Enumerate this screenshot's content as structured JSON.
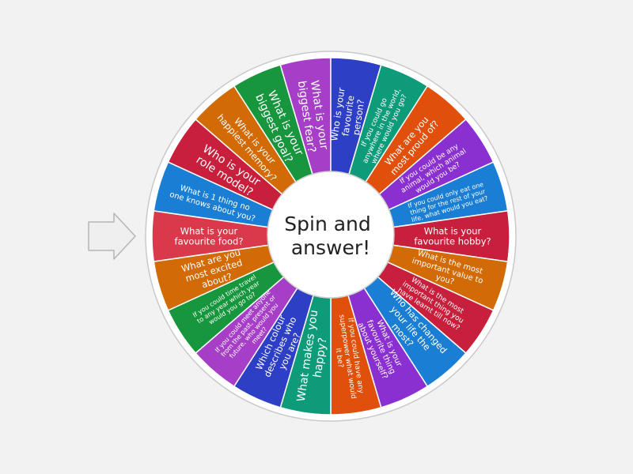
{
  "wheel": {
    "center_label_lines": [
      "Spin and",
      "answer!"
    ],
    "pointer_icon": "arrow-right-icon",
    "segments": [
      {
        "text": "What is your favourite food?",
        "color": "#d9394a"
      },
      {
        "text": "What is 1 thing no one knows about you?",
        "color": "#1a7fd4"
      },
      {
        "text": "Who is your role model?",
        "color": "#c8203c"
      },
      {
        "text": "What is your happiest memory?",
        "color": "#d26a06"
      },
      {
        "text": "What is your biggest goal?",
        "color": "#17963e"
      },
      {
        "text": "What is your biggest fear?",
        "color": "#a63ec8"
      },
      {
        "text": "Who is your favourite person?",
        "color": "#2d3fc4"
      },
      {
        "text": "If you could go anywhere in the world, where would you go?",
        "color": "#0e9b7a"
      },
      {
        "text": "What are you most proud of?",
        "color": "#e0500c"
      },
      {
        "text": "If you could be any animal, which animal would you be?",
        "color": "#8a2fd0"
      },
      {
        "text": "If you could only eat one thing for the rest of your life, what would you eat?",
        "color": "#1a7fd4"
      },
      {
        "text": "What is your favourite hobby?",
        "color": "#c8203c"
      },
      {
        "text": "What is the most important value to you?",
        "color": "#d26a06"
      },
      {
        "text": "What is the most important thing you have learnt till now?",
        "color": "#c8203c"
      },
      {
        "text": "Who has changed your life the most?",
        "color": "#1a7fd4"
      },
      {
        "text": "What is your favourite thing about yourself?",
        "color": "#8a2fd0"
      },
      {
        "text": "If you could have any superpower what would it be?",
        "color": "#e0500c"
      },
      {
        "text": "What makes you happy?",
        "color": "#0e9b7a"
      },
      {
        "text": "Which colour describes who you are?",
        "color": "#2d3fc4"
      },
      {
        "text": "If you could meet anyone from the past, present or future, who would you meet?",
        "color": "#a63ec8"
      },
      {
        "text": "If you could time travel to any year which year would you go to?",
        "color": "#17963e"
      },
      {
        "text": "What are you most excited about?",
        "color": "#d26a06"
      }
    ]
  }
}
